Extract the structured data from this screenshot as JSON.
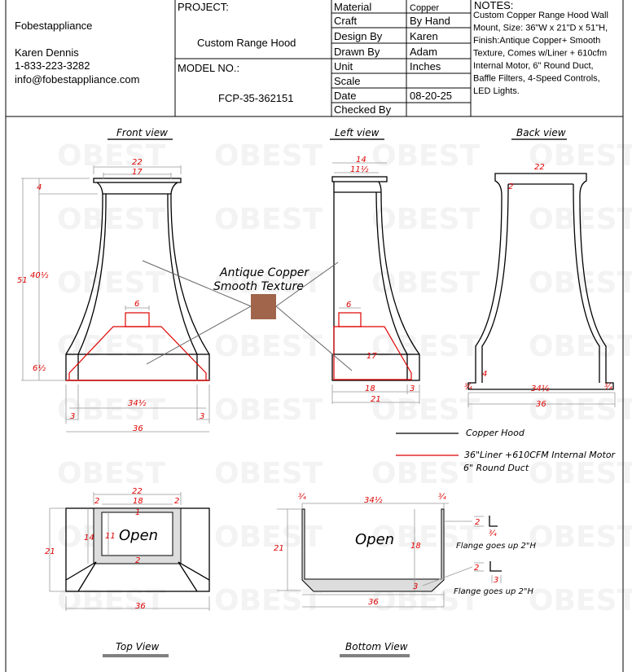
{
  "company": {
    "name": "Fobestappliance",
    "contact_name": "Karen Dennis",
    "phone": "1-833-223-3282",
    "email": "info@fobestappliance.com"
  },
  "project": {
    "label": "PROJECT:",
    "value": "Custom Range Hood"
  },
  "model": {
    "label": "MODEL NO.:",
    "value": "FCP-35-362151"
  },
  "spec_table": [
    {
      "label": "Material",
      "value": "Copper"
    },
    {
      "label": "Craft",
      "value": "By Hand"
    },
    {
      "label": "Design By",
      "value": "Karen"
    },
    {
      "label": "Drawn By",
      "value": "Adam"
    },
    {
      "label": "Unit",
      "value": "Inches"
    },
    {
      "label": "Scale",
      "value": ""
    },
    {
      "label": "Date",
      "value": "08-20-25"
    },
    {
      "label": "Checked By",
      "value": ""
    }
  ],
  "notes": {
    "label": "NOTES:",
    "lines": [
      "Custom Copper Range Hood Wall",
      "Mount, Size: 36\"W x 21\"D x 51\"H,",
      "Finish:Antique Copper+ Smooth",
      "Texture, Comes w/Liner + 610cfm",
      "Internal Motor, 6\" Round Duct,",
      "Baffle Filters, 4-Speed Controls,",
      "LED Lights."
    ]
  },
  "views": {
    "front": "Front view",
    "left": "Left view",
    "back": "Back view",
    "top": "Top View",
    "bottom": "Bottom View"
  },
  "finish": {
    "line1": "Antique Copper",
    "line2": "Smooth Texture",
    "swatch_color": "#a0654a"
  },
  "legend": {
    "hood": "Copper Hood",
    "liner_line1": "36\"Liner +610CFM  Internal Motor",
    "liner_line2": "6\" Round Duct",
    "hood_color": "#000000",
    "liner_color": "#e00000"
  },
  "open_label": "Open",
  "flange_note": "Flange goes up 2\"H",
  "watermark": "OBEST",
  "dims": {
    "d22": "22",
    "d17": "17",
    "d4": "4",
    "d51": "51",
    "d40": "40½",
    "d6h": "6½",
    "d6": "6",
    "d34": "34½",
    "d3": "3",
    "d36": "36",
    "d14": "14",
    "d11": "11½",
    "d18": "18",
    "d21": "21",
    "d2": "2",
    "d34q": "¾",
    "d1": "1",
    "d11b": "11",
    "d17b": "17"
  }
}
